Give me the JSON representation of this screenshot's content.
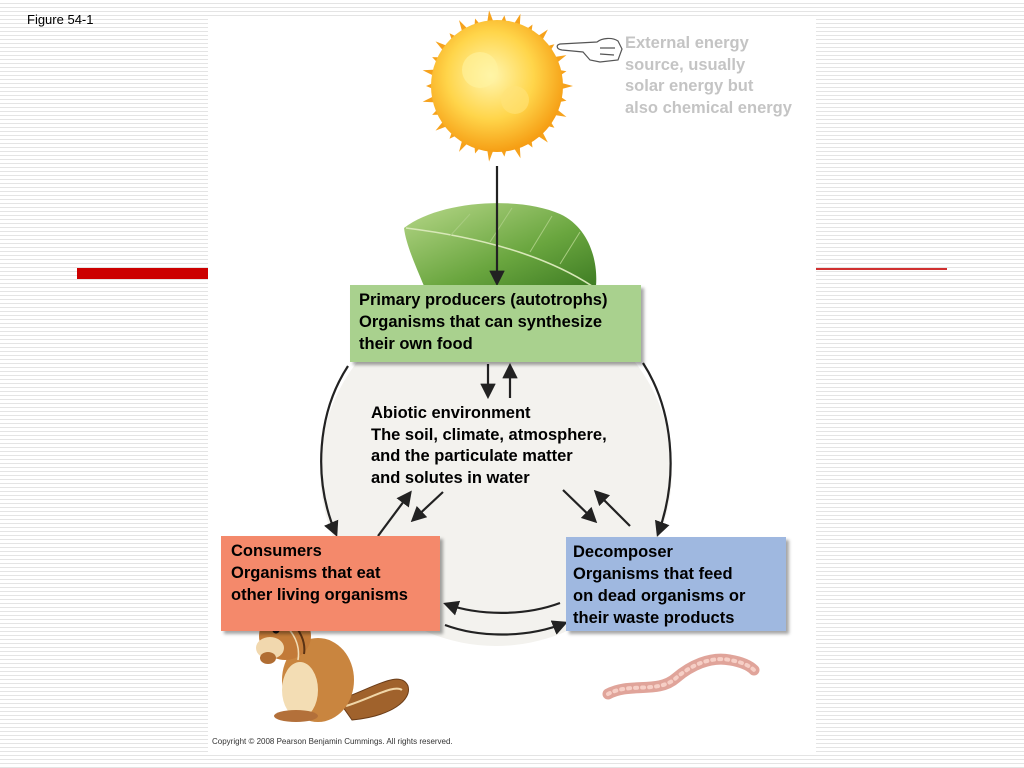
{
  "figure_label": "Figure 54-1",
  "energy_note": {
    "lines": [
      "External energy",
      "source, usually",
      "solar energy but",
      "also chemical energy"
    ]
  },
  "producers": {
    "lines": [
      "Primary producers (autotrophs)",
      "Organisms that can synthesize",
      "their own food"
    ],
    "color": "#a9d18e"
  },
  "abiotic": {
    "lines": [
      "Abiotic environment",
      "The soil, climate, atmosphere,",
      "and the particulate matter",
      "and solutes in water"
    ]
  },
  "consumers": {
    "lines": [
      "Consumers",
      "Organisms that eat",
      "other living organisms"
    ],
    "color": "#f4896b"
  },
  "decomposer": {
    "lines": [
      "Decomposer",
      "Organisms that feed",
      "on dead organisms or",
      "their waste products"
    ],
    "color": "#9fb8e0"
  },
  "copyright": "Copyright © 2008 Pearson Benjamin Cummings. All rights reserved.",
  "icons": [
    "sun-icon",
    "pointing-hand-icon",
    "leaf-icon",
    "chipmunk-icon",
    "worm-icon"
  ],
  "accent_color": "#cc0000"
}
